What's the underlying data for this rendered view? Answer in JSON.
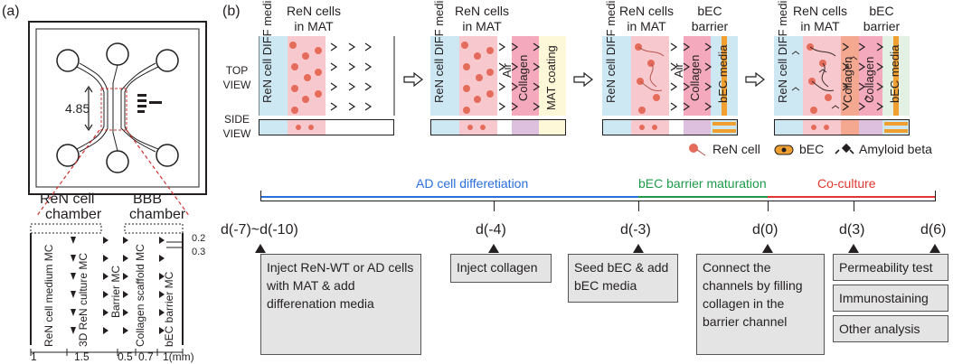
{
  "panel_a": {
    "label": "(a)",
    "dimension": "4.85",
    "chamber_left": [
      "ReN cell",
      "chamber"
    ],
    "chamber_right": [
      "BBB",
      "chamber"
    ],
    "channels": [
      "ReN cell medium MC",
      "3D ReN culture MC",
      "Barrier MC",
      "Collagen scaffold MC",
      "bEC barrier MC"
    ],
    "gap_top": "0.2",
    "gap_bottom": "0.3",
    "widths": [
      "1",
      "1.5",
      "0.5",
      "0.7",
      "1(mm)"
    ]
  },
  "panel_b": {
    "label": "(b)",
    "row_top": "TOP VIEW",
    "row_side": "SIDE VIEW",
    "step1": {
      "header": [
        "ReN cells",
        "in MAT"
      ],
      "lanes": [
        "ReN cell DIFF media"
      ]
    },
    "step2": {
      "header": [
        "ReN cells",
        "in MAT"
      ],
      "lanes": [
        "ReN cell DIFF media",
        "Air",
        "Collagen",
        "MAT coating"
      ]
    },
    "step3": {
      "header": [
        "ReN cells",
        "in MAT"
      ],
      "header2": [
        "bEC",
        "barrier"
      ],
      "lanes": [
        "ReN cell DIFF media",
        "Air",
        "Collagen",
        "bEC media"
      ]
    },
    "step4": {
      "header": [
        "ReN cells",
        "in MAT"
      ],
      "header2": [
        "bEC",
        "barrier"
      ],
      "lanes": [
        "ReN cell DIFF media",
        "Collagen",
        "Collagen",
        "bEC media"
      ]
    },
    "legend": [
      "ReN cell",
      "bEC",
      "Amyloid beta"
    ],
    "colors": {
      "blue": "#cde8f3",
      "pink": "#f7c9cf",
      "cell": "#e56b5a",
      "collagen": "#f4a9bd",
      "yellow": "#fdf8d8",
      "purple": "#dcc0dd",
      "salmon": "#f4a890",
      "bec": "#f0a030"
    }
  },
  "timeline": {
    "phases": [
      {
        "name": "AD cell differetiation",
        "color": "#2a6fdb"
      },
      {
        "name": "bEC barrier maturation",
        "color": "#1e9a4a"
      },
      {
        "name": "Co-culture",
        "color": "#e0382f"
      }
    ],
    "days": [
      "d(-7)~d(-10)",
      "d(-4)",
      "d(-3)",
      "d(0)",
      "d(3)",
      "d(6)"
    ],
    "boxes": [
      "Inject ReN-WT or AD cells with MAT & add differenation media",
      "Inject collagen",
      "Seed bEC & add bEC media",
      "Connect the channels by filling collagen in the barrier channel",
      "Permeability test",
      "Immunostaining",
      "Other analysis"
    ]
  }
}
